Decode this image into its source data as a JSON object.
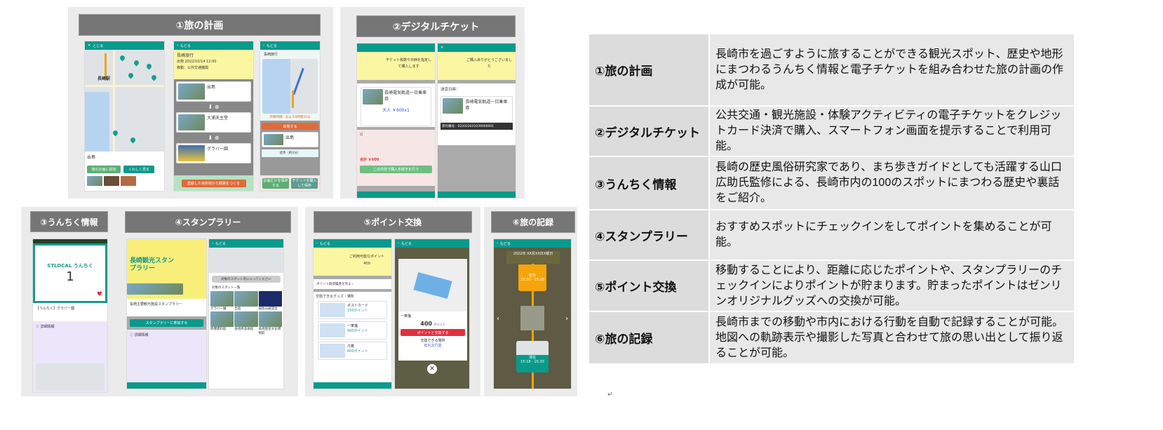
{
  "panels": {
    "plan": {
      "title": "①旅の計画",
      "screen1": {
        "back": "とじる",
        "station": "長崎駅",
        "spot": "出島",
        "btn_add": "旅の計画に追加",
        "btn_more": "くわしく見る"
      },
      "screen2": {
        "back": "もどる",
        "trip": "長崎旅行",
        "depart": "出発 2022/10/14 12:00",
        "move": "移動：公共交通機関",
        "spots": [
          "出島",
          "大浦天主堂",
          "グラバー園"
        ],
        "btn": "登録した目的地から経路をつくる"
      },
      "screen3": {
        "back": "もどる",
        "trip": "長崎旅行",
        "time": "所要時間：およそ0時間31分",
        "go": "出発する",
        "spot": "出島",
        "walk": "徒歩（約2分）",
        "btn_save": "計画だけを保存する",
        "btn_buy": "チケットを購入して保存"
      }
    },
    "ticket": {
      "title": "②デジタルチケット",
      "screen1": {
        "banner": "チケット枚数や日時を指定して購入します",
        "item": "長崎電気軌道一日乗車券",
        "adult": "大人 ￥600x1",
        "total": "合計 ￥600",
        "btn": "この内容で購入手続きを行う"
      },
      "screen2": {
        "back": "とじる",
        "banner": "ご購入ありがとうございました",
        "paid": "決済日時：",
        "item": "長崎電気軌道一日乗車券",
        "receipt": "受付番号：022022031039000001"
      }
    },
    "unchiku": {
      "title": "③うんちく情報",
      "logo": "STLOCAL うんちく",
      "number": "1",
      "name": "【うんちく】グラバー園",
      "detail": "詳細情報"
    },
    "stamp": {
      "title": "④スタンプラリー",
      "screen1": {
        "banner": "長崎観光スタンプラリー",
        "name": "長崎主要観光施設スタンプラリー",
        "btn": "スタンプラリーに参加する",
        "detail": "詳細情報"
      },
      "screen2": {
        "back": "もどる",
        "notice": "対象のスポット内に入ってください",
        "list": "対象のスポット一覧",
        "spots": [
          "グラバー園",
          "出島",
          "稲佐山展望台",
          "原爆資料館",
          "長崎県美術館",
          "長崎歴史文化博物館"
        ]
      }
    },
    "points": {
      "title": "⑤ポイント交換",
      "screen1": {
        "back": "もどる",
        "label": "ご利用可能なポイント",
        "value": "400",
        "history": "ポイント取得履歴を見る",
        "goods_title": "交換できるグッズ・場所",
        "goods": [
          {
            "name": "ポストカード",
            "pt": "150ポイント"
          },
          {
            "name": "一筆箋",
            "pt": "400ポイント"
          },
          {
            "name": "巾着",
            "pt": "600ポイント"
          }
        ]
      },
      "screen2": {
        "back": "もどる",
        "item": "一筆箋",
        "value": "400",
        "unit": "ポイント",
        "btn": "ポイントと交換する",
        "place_label": "交換できる場所",
        "place": "石丸文行堂"
      }
    },
    "record": {
      "title": "⑥旅の記録",
      "back": "もどる",
      "date": "2022年 XX月XX日X曜日",
      "walk": "徒歩",
      "walk_time": "15:16 - 15:18",
      "stay": "滞在",
      "stay_time": "15:18 - 15:33"
    }
  },
  "table": [
    {
      "label": "①旅の計画",
      "text": "長崎市を過ごすように旅することができる観光スポット、歴史や地形にまつわるうんちく情報と電子チケットを組み合わせた旅の計画の作成が可能。"
    },
    {
      "label": "②デジタルチケット",
      "text": "公共交通・観光施設・体験アクティビティの電子チケットをクレジットカード決済で購入、スマートフォン画面を提示することで利用可能。"
    },
    {
      "label": "③うんちく情報",
      "text": "長崎の歴史風俗研究家であり、まち歩きガイドとしても活躍する山口広助氏監修による、長崎市内の100のスポットにまつわる歴史や裏話をご紹介。"
    },
    {
      "label": "④スタンプラリー",
      "text": "おすすめスポットにチェックインをしてポイントを集めることが可能。"
    },
    {
      "label": "⑤ポイント交換",
      "text": "移動することにより、距離に応じたポイントや、スタンプラリーのチェックインによりポイントが貯まります。貯まったポイントはゼンリンオリジナルグッズへの交換が可能。"
    },
    {
      "label": "⑥旅の記録",
      "text": "長崎市までの移動や市内における行動を自動で記録することが可能。地図への軌跡表示や撮影した写真と合わせて旅の思い出として振り返ることが可能。"
    }
  ],
  "colors": {
    "teal": "#0a9a8c",
    "title_grey": "#767676",
    "yellow": "#fbf6a2",
    "orange": "#e06a3a",
    "red": "#e0303f"
  }
}
